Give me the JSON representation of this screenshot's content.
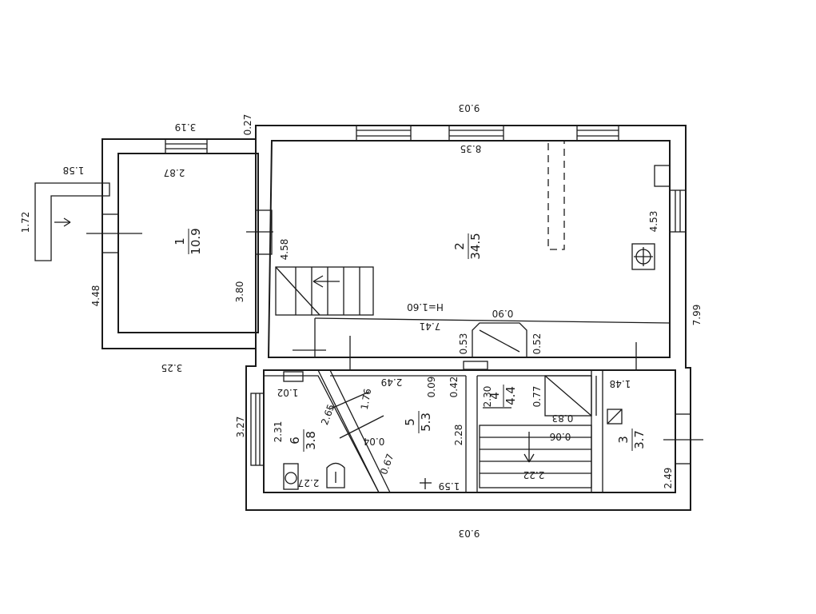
{
  "rooms": [
    {
      "number": "1",
      "area": "10.9"
    },
    {
      "number": "2",
      "area": "34.5"
    },
    {
      "number": "3",
      "area": "3.7"
    },
    {
      "number": "4",
      "area": "4.4"
    },
    {
      "number": "5",
      "area": "5.3"
    },
    {
      "number": "6",
      "area": "3.8"
    }
  ],
  "dimensions": {
    "top_outer": "9.03",
    "bottom_outer": "9.03",
    "top_gap": "0.27",
    "top_left": "3.19",
    "porch_width": "1.58",
    "porch_depth": "1.72",
    "room1_width": "2.87",
    "room1_height": "3.80",
    "left_wall": "4.48",
    "left_lower": "3.25",
    "room2_width": "8.35",
    "room2_height_left": "4.58",
    "room2_height_right": "4.53",
    "right_outer": "7.99",
    "stair_height_note": "H=1.60",
    "beam_090": "0.90",
    "length_741": "7.41",
    "niche_053": "0.53",
    "niche_052": "0.52",
    "room3_width": "1.48",
    "room3_height": "2.49",
    "room4_height": "2.30",
    "room4_077": "0.77",
    "room4_083": "0.83",
    "stair_006": "0.06",
    "stair_222": "2.22",
    "room4_228": "2.28",
    "room5_249": "2.49",
    "room5_042": "0.42",
    "room5_009": "0.09",
    "room5_176": "1.76",
    "room5_004": "0.04",
    "room5_067": "0.67",
    "room5_159": "1.59",
    "room6_102": "1.02",
    "room6_265": "2.65",
    "room6_231": "2.31",
    "room6_227": "2.27",
    "left_327": "3.27"
  }
}
